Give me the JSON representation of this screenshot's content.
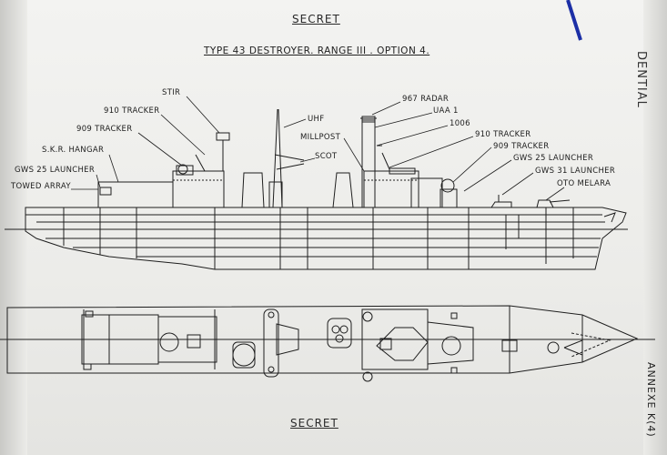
{
  "document": {
    "header_classification": "SECRET",
    "footer_classification": "SECRET",
    "title": "TYPE 43 DESTROYER.  RANGE III . OPTION 4.",
    "annex": "ANNEXE K(4)",
    "corner_fragment": "DENTIAL"
  },
  "labels": {
    "stir": "STIR",
    "tracker_910_aft": "910 TRACKER",
    "tracker_909_aft": "909 TRACKER",
    "skr_hangar": "S.K.R. HANGAR",
    "gws25_aft": "GWS 25 LAUNCHER",
    "towed_array": "TOWED ARRAY",
    "uhf": "UHF",
    "millpost": "MILLPOST",
    "scot": "SCOT",
    "radar_967": "967 RADAR",
    "uaa1": "UAA 1",
    "r1006": "1006",
    "tracker_910_fwd": "910 TRACKER",
    "tracker_909_fwd": "909 TRACKER",
    "gws25_fwd": "GWS 25 LAUNCHER",
    "gws31": "GWS 31 LAUNCHER",
    "oto_melara": "OTO MELARA"
  }
}
